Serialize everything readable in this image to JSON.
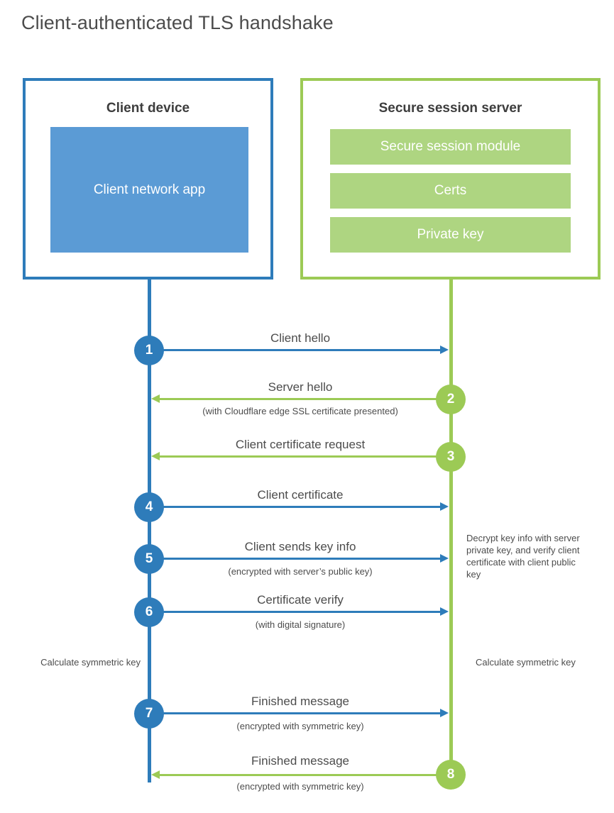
{
  "title": "Client-authenticated TLS handshake",
  "parties": {
    "client": {
      "name": "Client device",
      "app_label": "Client network app",
      "accent": "#2e7cba",
      "fill": "#5b9bd5"
    },
    "server": {
      "name": "Secure session server",
      "accent": "#9cca55",
      "fill": "#aed581",
      "items": [
        {
          "label": "Secure session module"
        },
        {
          "label": "Certs"
        },
        {
          "label": "Private key"
        }
      ]
    }
  },
  "steps": [
    {
      "number": "1",
      "label": "Client hello",
      "sub": "",
      "direction": "client-to-server",
      "color": "#2e7cba"
    },
    {
      "number": "2",
      "label": "Server hello",
      "sub": "(with Cloudflare edge SSL certificate presented)",
      "direction": "server-to-client",
      "color": "#9cca55"
    },
    {
      "number": "3",
      "label": "Client certificate request",
      "sub": "",
      "direction": "server-to-client",
      "color": "#9cca55"
    },
    {
      "number": "4",
      "label": "Client certificate",
      "sub": "",
      "direction": "client-to-server",
      "color": "#2e7cba"
    },
    {
      "number": "5",
      "label": "Client sends key info",
      "sub": "(encrypted with server’s public key)",
      "direction": "client-to-server",
      "color": "#2e7cba"
    },
    {
      "number": "6",
      "label": "Certificate verify",
      "sub": "(with digital signature)",
      "direction": "client-to-server",
      "color": "#2e7cba"
    },
    {
      "number": "7",
      "label": "Finished message",
      "sub": "(encrypted with symmetric key)",
      "direction": "client-to-server",
      "color": "#2e7cba"
    },
    {
      "number": "8",
      "label": "Finished message",
      "sub": "(encrypted with symmetric key)",
      "direction": "server-to-client",
      "color": "#9cca55"
    }
  ],
  "notes": {
    "server_decrypt": "Decrypt key info with server private key, and verify client certificate with client public key",
    "client_calculate": "Calculate symmetric key",
    "server_calculate": "Calculate symmetric key"
  }
}
